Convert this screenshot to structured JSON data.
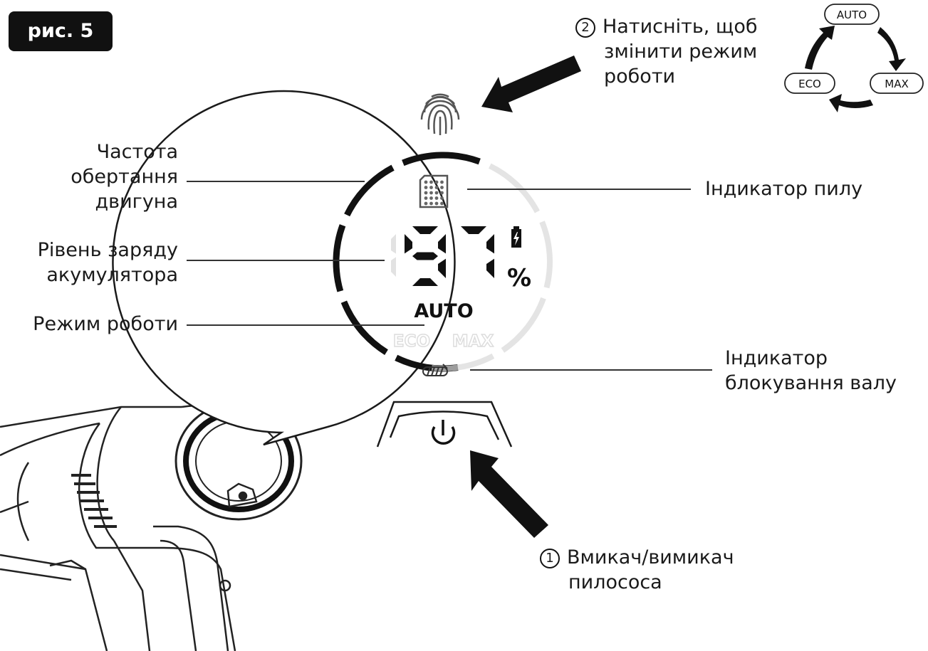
{
  "figure_label": "рис. 5",
  "display": {
    "digits": "97",
    "percent": "%",
    "mode_active": "AUTO",
    "mode_inactive": [
      "ECO",
      "MAX"
    ]
  },
  "mode_cycle": [
    "AUTO",
    "MAX",
    "ECO"
  ],
  "callouts": {
    "press_number": "2",
    "press_lines": [
      "Натисніть, щоб",
      "змінити режим",
      "роботи"
    ],
    "power_number": "1",
    "power_lines": [
      "Вмикач/вимикач",
      "пилососа"
    ],
    "motor_lines": [
      "Частота",
      "обертання",
      "двигуна"
    ],
    "battery_lines": [
      "Рівень заряду",
      "акумулятора"
    ],
    "mode_label": "Режим роботи",
    "dust_label": "Індикатор пилу",
    "brush_lines": [
      "Індикатор",
      "блокування валу"
    ]
  },
  "colors": {
    "ink": "#111111",
    "faint": "#e4e4e4",
    "line": "#333333"
  }
}
